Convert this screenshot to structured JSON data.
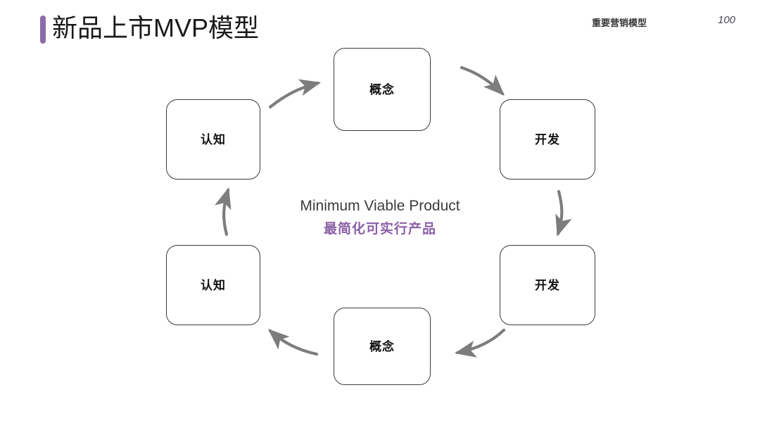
{
  "header": {
    "title": "新品上市MVP模型",
    "category": "重要营销模型",
    "page_number": "100",
    "accent_color": "#8B6BA8"
  },
  "diagram": {
    "type": "cycle",
    "center_caption_en": "Minimum Viable Product",
    "center_caption_zh": "最简化可实行产品",
    "center_caption_zh_color": "#8B5FA8",
    "node_border_color": "#3b3b3b",
    "arrow_color": "#7d7d7d",
    "nodes": [
      {
        "id": "top",
        "label": "概念",
        "position": "top"
      },
      {
        "id": "right-up",
        "label": "开发",
        "position": "right-upper"
      },
      {
        "id": "right-down",
        "label": "开发",
        "position": "right-lower"
      },
      {
        "id": "bottom",
        "label": "概念",
        "position": "bottom"
      },
      {
        "id": "left-down",
        "label": "认知",
        "position": "left-lower"
      },
      {
        "id": "left-up",
        "label": "认知",
        "position": "left-upper"
      }
    ],
    "arrows": [
      {
        "id": "left-up-to-top",
        "from": "left-up",
        "to": "top",
        "direction": "up-right"
      },
      {
        "id": "top-to-right-up",
        "from": "top",
        "to": "right-up",
        "direction": "down-right"
      },
      {
        "id": "right-up-to-right-down",
        "from": "right-up",
        "to": "right-down",
        "direction": "down"
      },
      {
        "id": "right-down-to-bottom",
        "from": "right-down",
        "to": "bottom",
        "direction": "down-left"
      },
      {
        "id": "bottom-to-left-down",
        "from": "bottom",
        "to": "left-down",
        "direction": "up-left"
      },
      {
        "id": "left-down-to-left-up",
        "from": "left-down",
        "to": "left-up",
        "direction": "up"
      }
    ]
  }
}
